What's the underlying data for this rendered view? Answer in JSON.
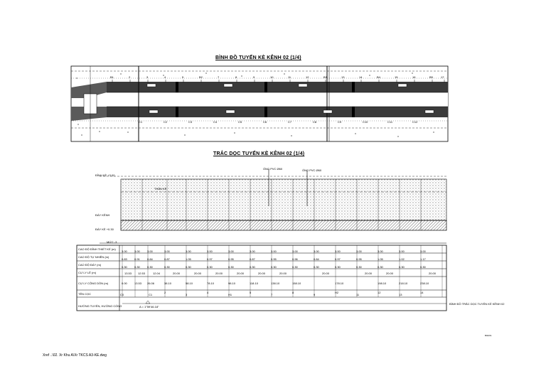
{
  "plan": {
    "title": "BÌNH ĐỒ TUYẾN KÈ KÊNH 02 (1/4)",
    "top_stations": [
      "B1",
      "2",
      "3",
      "4",
      "5",
      "B2",
      "7",
      "8",
      "9",
      "10",
      "11",
      "12",
      "B3",
      "13",
      "14",
      "B4",
      "15",
      "16",
      "B5",
      "17"
    ],
    "bottom_stations": [
      "C1",
      "C2",
      "C3",
      "C4",
      "C5",
      "C6",
      "C7",
      "C8",
      "C9",
      "C10",
      "C11",
      "C12"
    ]
  },
  "profile": {
    "title": "TRẮC DỌC TUYẾN KÈ KÊNH 02 (1/4)",
    "side_labels": [
      "ĐỈNH KÈ +3.00",
      "ĐÁY KÊNH",
      "ĐÁY KÈ +0.30",
      "MỨC -3"
    ],
    "callout_1": "ỐNG PVC Ø60",
    "callout_2": "ỐNG PVC Ø60",
    "callout_3": "THÂN KÈ",
    "row_labels": [
      "CAO ĐỘ ĐỈNH THIẾT KẾ (m)",
      "CAO ĐỘ TỰ NHIÊN (m)",
      "CAO ĐỘ ĐÁY (m)",
      "CỰ LY LẺ (m)",
      "CỰ LY CỘNG DỒN (m)",
      "TÊN CỌC",
      "HƯỚNG TUYẾN, HƯỚNG CỐNG"
    ],
    "design_elev": [
      "3.00",
      "3.00",
      "3.00",
      "3.00",
      "3.00",
      "3.00",
      "3.00",
      "3.00",
      "3.00",
      "3.00",
      "3.00",
      "3.00",
      "3.00",
      "3.00",
      "3.00",
      "3.00"
    ],
    "natural_elev": [
      "0.83",
      "0.91",
      "0.84",
      "0.87",
      "1.05",
      "0.97",
      "0.95",
      "0.87",
      "0.95",
      "0.96",
      "0.84",
      "0.97",
      "0.95",
      "1.05",
      "1.02",
      "1.17"
    ],
    "bottom_elev": [
      "0.30",
      "0.30",
      "0.30",
      "0.30",
      "0.30",
      "0.30",
      "0.30",
      "0.30",
      "0.30",
      "0.30",
      "0.30",
      "0.30",
      "0.30",
      "0.30",
      "0.30",
      "0.30"
    ],
    "spacing": [
      "13.53",
      "12.53",
      "12.04",
      "20.00",
      "20.00",
      "20.00",
      "20.00",
      "20.00",
      "20.00",
      "20.00",
      "20.00",
      "20.00",
      "20.00"
    ],
    "cumulative": [
      "0.00",
      "13.53",
      "26.06",
      "38.10",
      "58.10",
      "78.10",
      "98.10",
      "118.10",
      "138.10",
      "158.10",
      "178.10",
      "198.10",
      "218.10",
      "238.10"
    ],
    "stake_names": [
      "C0",
      "C1",
      "2",
      "3",
      "4",
      "H1",
      "5",
      "7",
      "8",
      "9",
      "H2",
      "11",
      "12",
      "13",
      "14"
    ],
    "route_note": "A = 1°59'46.18\"",
    "side_note": "BÌNH ĐỒ TRẮC DỌC TUYẾN KÈ KÊNH 02"
  },
  "stamp": "B02/01",
  "footer": "Xref ..\\02. Xr Khu A\\Xr TKCS A3-KE.dwg"
}
